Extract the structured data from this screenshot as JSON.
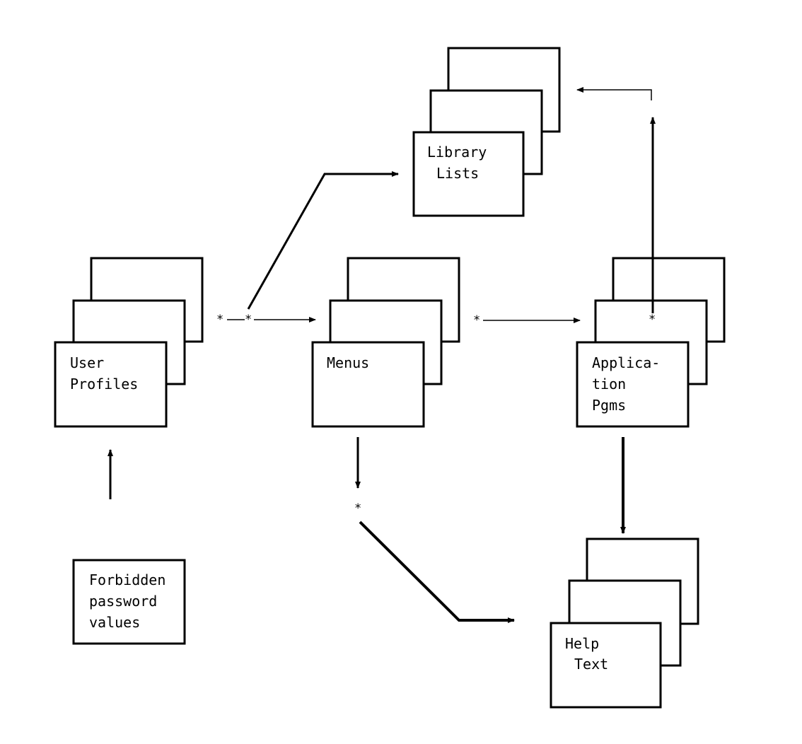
{
  "colors": {
    "ink": "#000000",
    "paper": "#ffffff"
  },
  "connector_marker": "*",
  "nodes": {
    "library_lists": {
      "lines": [
        "Library",
        "Lists"
      ]
    },
    "user_profiles": {
      "lines": [
        "User",
        "Profiles"
      ]
    },
    "menus": {
      "lines": [
        "Menus"
      ]
    },
    "application_pgms": {
      "lines": [
        "Applica-",
        "tion",
        "Pgms"
      ]
    },
    "forbidden_values": {
      "lines": [
        "Forbidden",
        "password",
        "values"
      ]
    },
    "help_text": {
      "lines": [
        "Help",
        "Text"
      ]
    }
  }
}
